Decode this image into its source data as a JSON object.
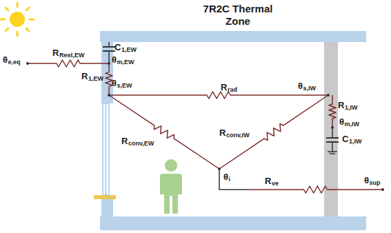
{
  "diagram": {
    "title": "7R2C Thermal Zone",
    "labels": [
      "θ",
      "e,eq",
      "R",
      "Rest,EW",
      "C",
      "1,EW",
      "θ",
      "m,EW",
      "R",
      "1,EW",
      "θ",
      "s,EW",
      "R",
      "rad",
      "θ",
      "s,IW",
      "R",
      "1,IW",
      "θ",
      "m,IW",
      "C",
      "1,IW",
      "R",
      "conv,EW",
      "R",
      "conv,IW",
      "θ",
      "i",
      "R",
      "ve",
      "θ",
      "sup"
    ]
  }
}
